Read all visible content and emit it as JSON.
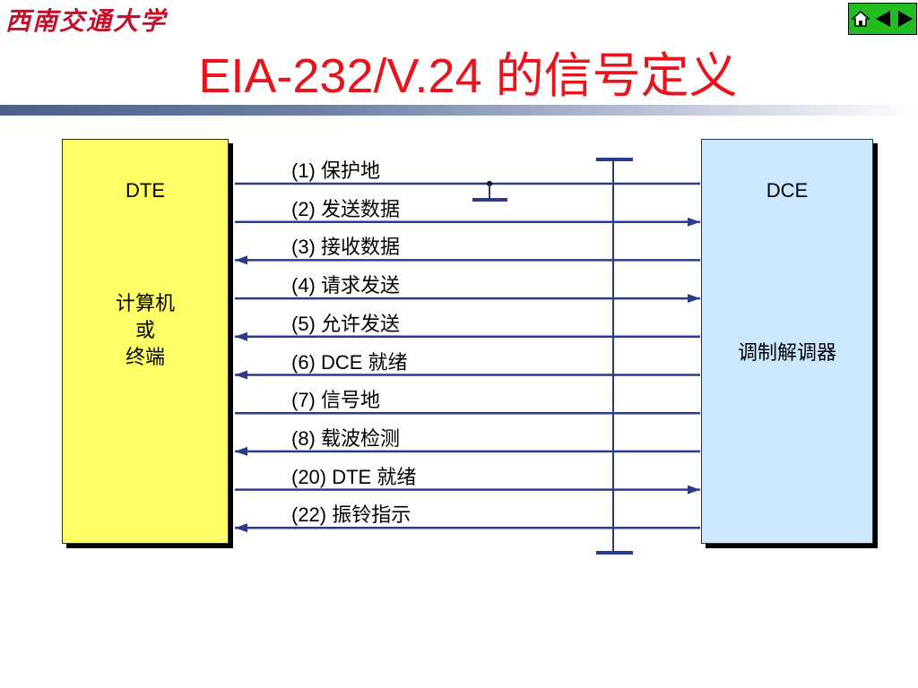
{
  "logo": {
    "text": "西南交通大学"
  },
  "nav": {
    "buttons": [
      "home-icon",
      "back-icon",
      "forward-icon"
    ]
  },
  "title": "EIA-232/V.24 的信号定义",
  "dte": {
    "name": "DTE",
    "desc_lines": [
      "计算机",
      "或",
      "终端"
    ]
  },
  "dce": {
    "name": "DCE",
    "desc": "调制解调器"
  },
  "signals": [
    {
      "label": "(1) 保护地",
      "direction": "none"
    },
    {
      "label": "(2) 发送数据",
      "direction": "to-dce"
    },
    {
      "label": "(3) 接收数据",
      "direction": "to-dte"
    },
    {
      "label": "(4) 请求发送",
      "direction": "to-dce"
    },
    {
      "label": "(5) 允许发送",
      "direction": "to-dte"
    },
    {
      "label": "(6) DCE 就绪",
      "direction": "to-dte"
    },
    {
      "label": "(7) 信号地",
      "direction": "none"
    },
    {
      "label": "(8) 载波检测",
      "direction": "to-dte"
    },
    {
      "label": "(20) DTE 就绪",
      "direction": "to-dce"
    },
    {
      "label": "(22) 振铃指示",
      "direction": "to-dte"
    }
  ],
  "colors": {
    "title": "#e8141c",
    "line": "#2b3a8c",
    "dte_fill": "#ffff66",
    "dce_fill": "#cce8ff"
  }
}
